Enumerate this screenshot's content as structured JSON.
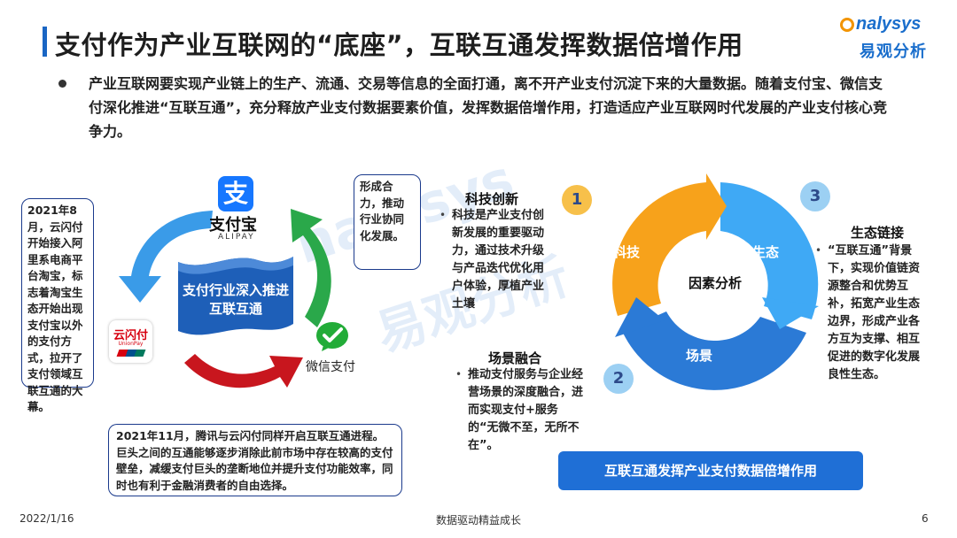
{
  "header": {
    "title": "支付作为产业互联网的“底座”，互联互通发挥数据倍增作用",
    "logo_top": "nalysys",
    "logo_bottom": "易观分析"
  },
  "intro": "产业互联网要实现产业链上的生产、流通、交易等信息的全面打通，离不开产业支付沉淀下来的大量数据。随着支付宝、微信支付深化推进“互联互通”，充分释放产业支付数据要素价值，发挥数据倍增作用，打造适应产业互联网时代发展的产业支付核心竞争力。",
  "left_diagram": {
    "box_left": "2021年8月，云闪付开始接入阿里系电商平台淘宝，标志着淘宝生态开始出现支付宝以外的支付方式，拉开了支付领域互联互通的大幕。",
    "box_right": "形成合力，推动行业协同化发展。",
    "box_bottom": "2021年11月，腾讯与云闪付同样开启互联互通进程。巨头之间的互通能够逐步消除此前市场中存在较高的支付壁垒，减缓支付巨头的垄断地位并提升支付功能效率，同时也有利于金融消费者的自由选择。",
    "alipay_icon": "支",
    "alipay_name": "支付宝",
    "alipay_sub": "ALIPAY",
    "unionpay_name": "云闪付",
    "unionpay_sub": "UnionPay",
    "wechat_name": "微信支付",
    "banner": "支付行业深入推进互联互通"
  },
  "watermark": {
    "line1": "nalysys",
    "line2": "易观分析"
  },
  "factors": {
    "tech_title": "科技创新",
    "tech_text": "科技是产业支付创新发展的重要驱动力，通过技术升级与产品迭代优化用户体验，厚植产业土壤",
    "scene_title": "场景融合",
    "scene_text": "推动支付服务与企业经营场景的深度融合，进而实现支付+服务的“无微不至，无所不在”。",
    "eco_title": "生态链接",
    "eco_text": "“互联互通”背景下，实现价值链资源整合和优势互补，拓宽产业生态边界，形成产业各方互为支撑、相互促进的数字化发展良性生态。",
    "bullet": "•",
    "ring_tech": "科技",
    "ring_eco": "生态",
    "ring_scene": "场景",
    "ring_center": "因素分析",
    "num1": "1",
    "num2": "2",
    "num3": "3"
  },
  "cta": "互联互通发挥产业支付数据倍增作用",
  "footer": {
    "date": "2022/1/16",
    "center": "数据驱动精益成长",
    "page": "6"
  },
  "colors": {
    "accent_blue": "#1f6fd6",
    "ring_orange": "#f7a21b",
    "ring_light_blue": "#3fa9f5",
    "ring_mid_blue": "#2b7ad6",
    "arrow_green": "#2aa84a",
    "arrow_red": "#c8161e",
    "arrow_blue": "#3a9be8"
  }
}
